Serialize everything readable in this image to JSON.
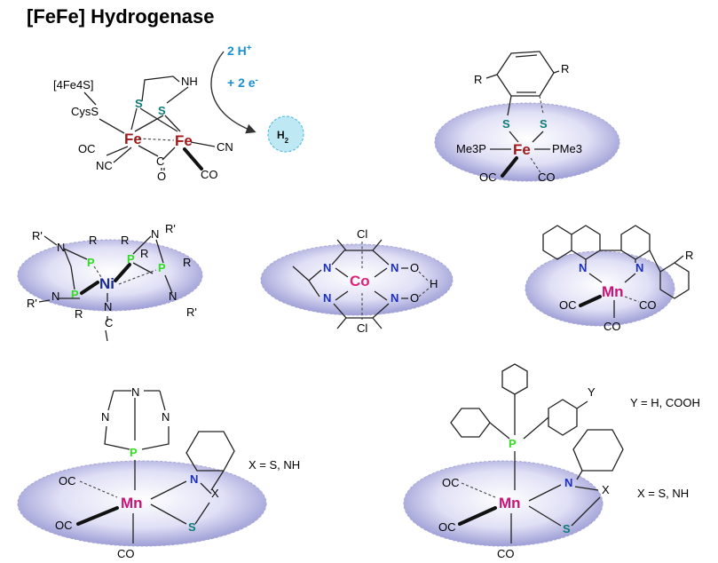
{
  "title": "[FeFe] Hydrogenase",
  "reaction": {
    "protons": "2 H",
    "protons_sup": "+",
    "electrons": "+ 2 e",
    "electrons_sup": "-",
    "product": "H",
    "product_sub": "2"
  },
  "colors": {
    "fe": "#a01818",
    "sulfur": "#0e7b78",
    "phosphorus": "#33dd22",
    "nickel": "#1a2a9a",
    "nitrogen": "#1b2fc8",
    "cobalt": "#e0207a",
    "manganese": "#cc1177",
    "accent_blue": "#1a8fd0",
    "h2_fill": "#bde8f4",
    "h2_stroke": "#5bbde0",
    "ellipse_edge": "#a8a8d8"
  },
  "hydrogenase": {
    "fe4s": "[4Fe4S]",
    "cys": "CysS",
    "nh": "NH",
    "s": "S",
    "fe": "Fe",
    "co": "CO",
    "c": "C",
    "o": "O",
    "nc": "NC",
    "cn": "CN",
    "oc": "OC"
  },
  "feComplex": {
    "r": "R",
    "s": "S",
    "fe": "Fe",
    "me3p": "Me3P",
    "pme3": "PMe3",
    "oc": "OC",
    "co": "CO"
  },
  "niComplex": {
    "r": "R",
    "rp": "R'",
    "n": "N",
    "p": "P",
    "ni": "Ni",
    "c": "C"
  },
  "coComplex": {
    "cl": "Cl",
    "n": "N",
    "co": "Co",
    "o": "O",
    "h": "H"
  },
  "mnBipy": {
    "n": "N",
    "mn": "Mn",
    "oc": "OC",
    "co": "CO",
    "r": "R"
  },
  "mnPta": {
    "n": "N",
    "p": "P",
    "mn": "Mn",
    "s": "S",
    "x": "X",
    "oc": "OC",
    "co": "CO",
    "x_note": "X = S, NH"
  },
  "mnPPh": {
    "p": "P",
    "mn": "Mn",
    "n": "N",
    "s": "S",
    "x": "X",
    "oc": "OC",
    "co": "CO",
    "y": "Y",
    "y_note": "Y = H, COOH",
    "x_note": "X = S, NH"
  }
}
